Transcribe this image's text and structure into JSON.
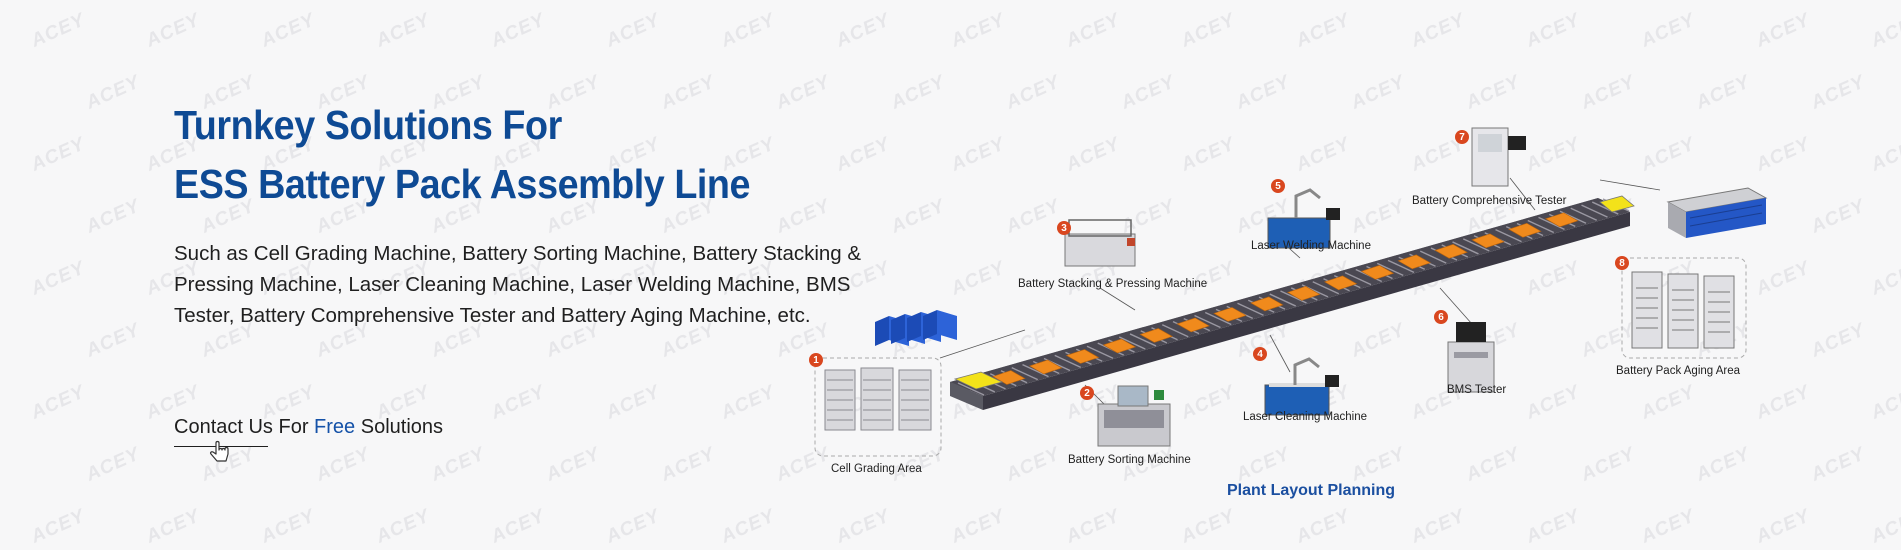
{
  "hero": {
    "title_line1": "Turnkey Solutions For",
    "title_line2": "ESS Battery Pack Assembly Line",
    "description": "Such as Cell Grading Machine, Battery Sorting Machine, Battery Stacking & Pressing Machine, Laser Cleaning Machine, Laser Welding Machine, BMS Tester, Battery Comprehensive Tester and Battery Aging Machine, etc.",
    "cta_prefix": "Contact Us For ",
    "cta_highlight": "Free",
    "cta_suffix": " Solutions"
  },
  "watermark_text": "ACEY",
  "diagram": {
    "caption": "Plant Layout Planning",
    "stations": [
      {
        "number": "1",
        "label": "Cell Grading Area"
      },
      {
        "number": "2",
        "label": "Battery Sorting Machine"
      },
      {
        "number": "3",
        "label": "Battery Stacking & Pressing Machine"
      },
      {
        "number": "4",
        "label": "Laser Cleaning Machine"
      },
      {
        "number": "5",
        "label": "Laser Welding Machine"
      },
      {
        "number": "6",
        "label": "BMS Tester"
      },
      {
        "number": "7",
        "label": "Battery Comprehensive Tester"
      },
      {
        "number": "8",
        "label": "Battery Pack Aging Area"
      }
    ]
  },
  "colors": {
    "title": "#0e4a94",
    "highlight": "#1552a8",
    "conveyor_pad": "#f08a1c",
    "conveyor_end": "#f3e21a",
    "badge": "#d9471f",
    "cell_blue": "#2457c6"
  }
}
